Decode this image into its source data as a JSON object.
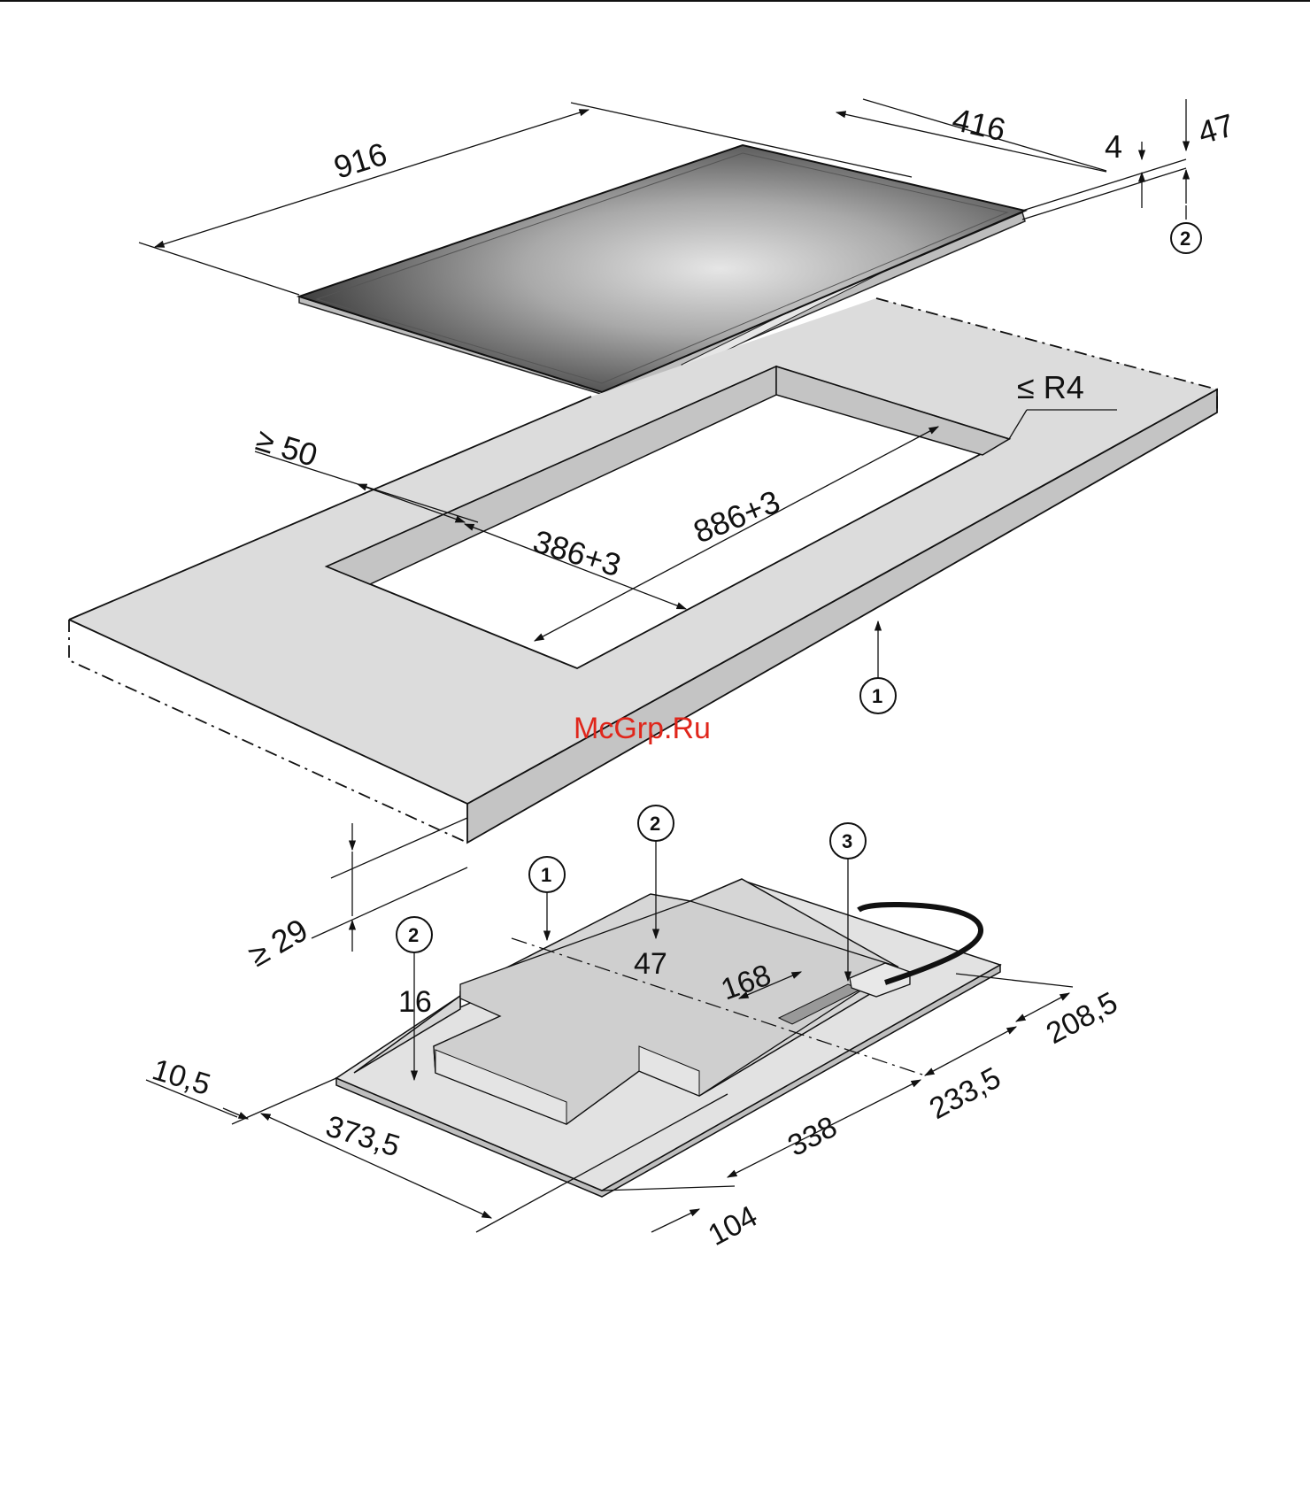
{
  "hob_dimensions": {
    "width": "916",
    "depth": "416",
    "glass_thickness": "4",
    "total_height": "47"
  },
  "cutout_dimensions": {
    "min_edge_distance": "≥ 50",
    "cutout_depth": "386+3",
    "cutout_width": "886+3",
    "max_corner_radius": "≤ R4",
    "min_worktop_thickness": "≥ 29"
  },
  "underside_dimensions": {
    "d47": "47",
    "d16": "16",
    "d168": "168",
    "d208": "208,5",
    "d233": "233,5",
    "d338": "338",
    "d10": "10,5",
    "d373": "373,5",
    "d104": "104"
  },
  "callouts": [
    "1",
    "2",
    "3"
  ],
  "watermark": "McGrp.Ru",
  "colors": {
    "worktop": "#dcdcdc",
    "worktop_edge": "#c4c4c4",
    "hob_glass_dark": "#3a3a3a",
    "hob_glass_light": "#d8d8d8",
    "underside": "#d4d4d4",
    "watermark": "#e0261b"
  }
}
